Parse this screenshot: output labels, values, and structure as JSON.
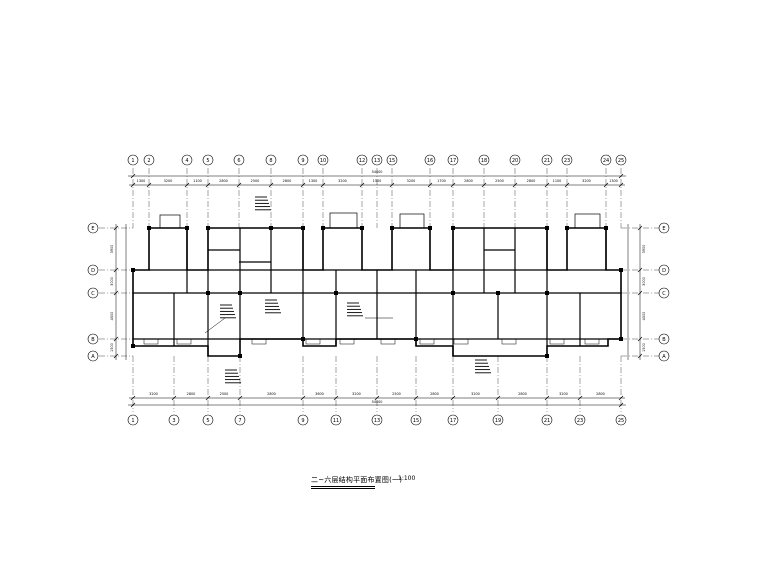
{
  "drawing": {
    "title": "二~六层结构平面布置图(一)",
    "scale": "1:100",
    "top_axes": [
      "1",
      "2",
      "4",
      "5",
      "6",
      "8",
      "9",
      "10",
      "12",
      "13",
      "15",
      "16",
      "17",
      "18",
      "20",
      "21",
      "23",
      "24",
      "25"
    ],
    "bottom_axes": [
      "1",
      "3",
      "5",
      "7",
      "9",
      "11",
      "13",
      "15",
      "17",
      "19",
      "21",
      "23",
      "25"
    ],
    "left_axes": [
      "E",
      "D",
      "C",
      "B",
      "A"
    ],
    "right_axes": [
      "E",
      "D",
      "C",
      "B",
      "A"
    ],
    "top_dims": [
      "1300",
      "3200",
      "1100",
      "2800",
      "2500",
      "2800",
      "1300",
      "3200",
      "1500",
      "3200",
      "1700",
      "2800",
      "2500",
      "2800",
      "1100",
      "3200",
      "1300"
    ],
    "bottom_dims": [
      "3200",
      "2800",
      "2500",
      "2800",
      "3600",
      "3200",
      "2500",
      "2800",
      "3200",
      "2800",
      "3200",
      "2800"
    ],
    "overall_top": "54400",
    "overall_bottom": "54400",
    "right_dims": [
      "3900",
      "3000",
      "4500",
      "1500"
    ],
    "line_color": "#000000"
  }
}
